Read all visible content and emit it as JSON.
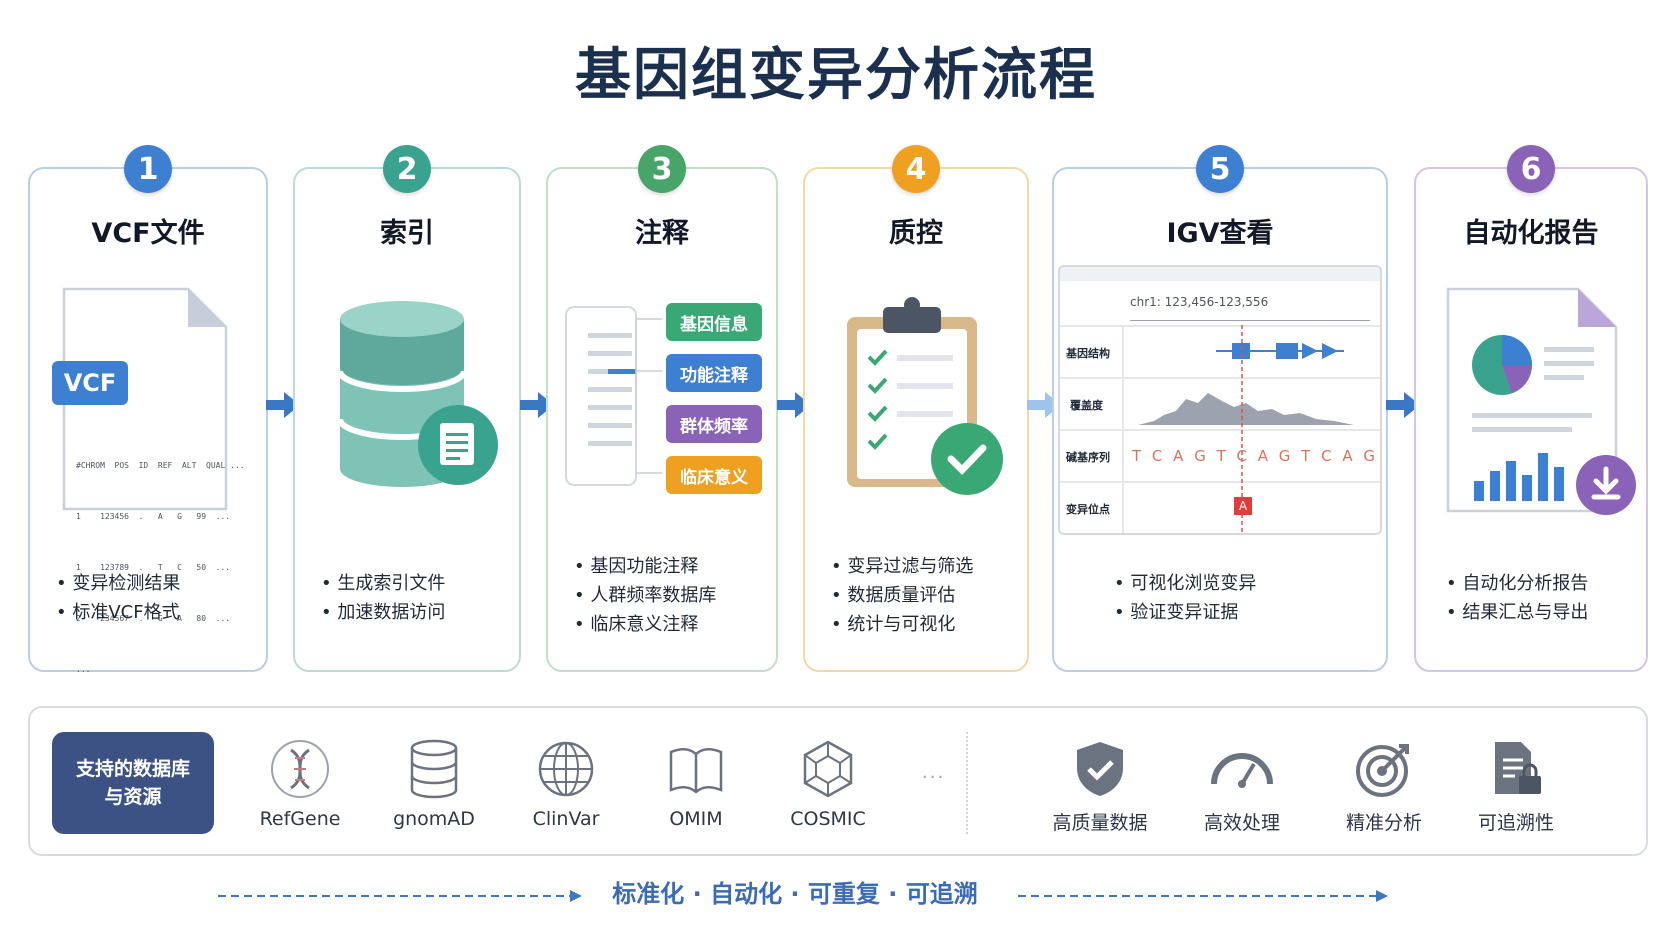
{
  "title": "基因组变异分析流程",
  "steps": [
    {
      "num": "1",
      "title": "VCF文件",
      "color": "#3d7fd1",
      "border": "#b7cde9",
      "bullets": [
        "变异检测结果",
        "标准VCF格式"
      ]
    },
    {
      "num": "2",
      "title": "索引",
      "color": "#3aa38f",
      "border": "#b8ddd6",
      "bullets": [
        "生成索引文件",
        "加速数据访问"
      ]
    },
    {
      "num": "3",
      "title": "注释",
      "color": "#48a56a",
      "border": "#bfe0cb",
      "bullets": [
        "基因功能注释",
        "人群频率数据库",
        "临床意义注释"
      ]
    },
    {
      "num": "4",
      "title": "质控",
      "color": "#f0a020",
      "border": "#f5d7a3",
      "bullets": [
        "变异过滤与筛选",
        "数据质量评估",
        "统计与可视化"
      ]
    },
    {
      "num": "5",
      "title": "IGV查看",
      "color": "#3d7fd1",
      "border": "#b7cde9",
      "bullets": [
        "可视化浏览变异",
        "验证变异证据"
      ]
    },
    {
      "num": "6",
      "title": "自动化报告",
      "color": "#8a62b8",
      "border": "#d3c5e6",
      "bullets": [
        "自动化分析报告",
        "结果汇总与导出"
      ]
    }
  ],
  "vcf": {
    "tag": "VCF",
    "header": "#CHROM  POS  ID  REF  ALT  QUAL ...",
    "rows": [
      "1    123456  .   A   G   99  ...",
      "1    123789  .   T   C   50  ...",
      "2    234567  .   G   A   80  ..."
    ],
    "more": "..."
  },
  "annot": {
    "tags": [
      {
        "label": "基因信息",
        "color": "#3aa874"
      },
      {
        "label": "功能注释",
        "color": "#3d7fd1"
      },
      {
        "label": "群体频率",
        "color": "#8a62b8"
      },
      {
        "label": "临床意义",
        "color": "#f0a020"
      }
    ]
  },
  "igv": {
    "coord": "chr1: 123,456-123,556",
    "tracks": [
      "基因结构",
      "覆盖度",
      "碱基序列",
      "变异位点"
    ],
    "sequence": "T C A G T C A G T C A G T",
    "variant": "A"
  },
  "bottom": {
    "support_line1": "支持的数据库",
    "support_line2": "与资源",
    "resources": [
      {
        "label": "RefGene",
        "icon": "dna-icon"
      },
      {
        "label": "gnomAD",
        "icon": "database-icon"
      },
      {
        "label": "ClinVar",
        "icon": "globe-icon"
      },
      {
        "label": "OMIM",
        "icon": "book-icon"
      },
      {
        "label": "COSMIC",
        "icon": "hexagon-network-icon"
      }
    ],
    "ellipsis": "...",
    "features": [
      {
        "label": "高质量数据",
        "icon": "shield-check-icon"
      },
      {
        "label": "高效处理",
        "icon": "speedometer-icon"
      },
      {
        "label": "精准分析",
        "icon": "target-icon"
      },
      {
        "label": "可追溯性",
        "icon": "document-lock-icon"
      }
    ]
  },
  "slogan": "标准化 · 自动化 · 可重复 · 可追溯",
  "colors": {
    "title": "#1b2f4f",
    "arrow": "#3b78c4",
    "slogan": "#3b6bb5",
    "support_box": "#3d5284"
  }
}
